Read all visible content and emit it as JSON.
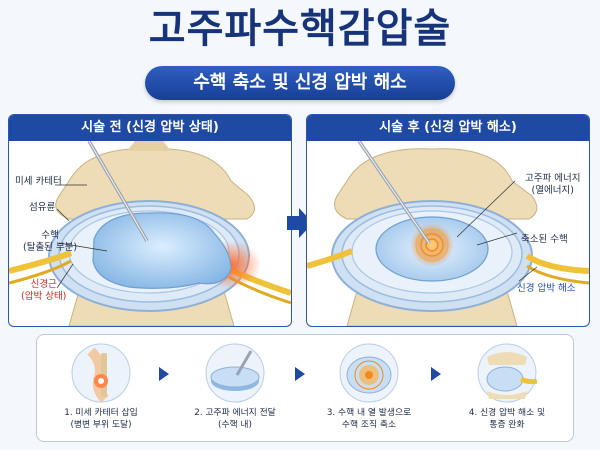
{
  "title": "고주파수핵감압술",
  "subtitle": "수핵 축소 및 신경 압박 해소",
  "before": {
    "header": "시술 전 (신경 압박 상태)",
    "labels": {
      "catheter": "미세 카테터",
      "annulus": "섬유륜",
      "nucleus_line1": "수핵",
      "nucleus_line2": "(탈출된 부분)",
      "nerve_line1": "신경근",
      "nerve_line2": "(압박 상태)"
    }
  },
  "after": {
    "header": "시술 후 (신경 압박 해소)",
    "labels": {
      "energy_line1": "고주파 에너지",
      "energy_line2": "(열에너지)",
      "shrunk": "축소된 수핵",
      "relief": "신경 압박 해소"
    }
  },
  "steps": [
    {
      "line1": "1. 미세 카테터 삽입",
      "line2": "(병변 부위 도달)"
    },
    {
      "line1": "2. 고주파 에너지 전달",
      "line2": "(수핵 내)"
    },
    {
      "line1": "3. 수핵 내 열 발생으로",
      "line2": "수핵 조직 축소"
    },
    {
      "line1": "4. 신경 압박 해소 및",
      "line2": "통증 완화"
    }
  ],
  "colors": {
    "navy": "#17347a",
    "header_blue": "#1f4aa3",
    "bone": "#eddcb6",
    "nucleus": "#a9cdee",
    "nerve": "#f0c23a",
    "inflammation": "#e2462c",
    "energy": "#f28a1f"
  }
}
